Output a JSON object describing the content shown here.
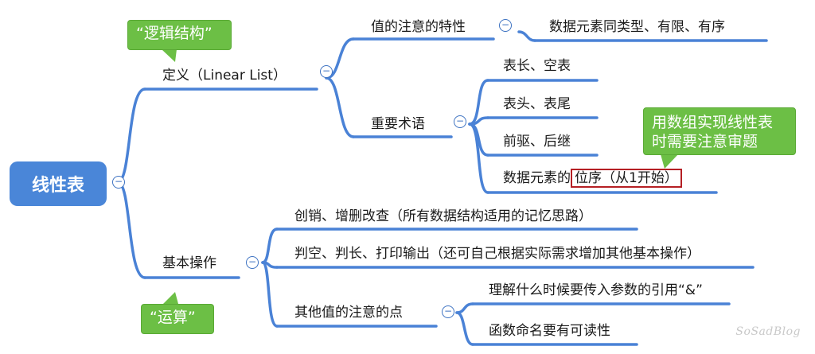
{
  "root": {
    "label": "线性表"
  },
  "callouts": {
    "logic": "“逻辑结构”",
    "ops": "“运算”",
    "array": [
      "用数组实现线性表",
      "时需要注意审题"
    ]
  },
  "definition": {
    "label": "定义（Linear List）",
    "value_notes": {
      "label": "值的注意的特性",
      "child": "数据元素同类型、有限、有序"
    },
    "terms": {
      "label": "重要术语",
      "items": [
        "表长、空表",
        "表头、表尾",
        "前驱、后继"
      ],
      "position_prefix": "数据元素的",
      "position_highlight": "位序（从1开始）"
    }
  },
  "operations": {
    "label": "基本操作",
    "items": [
      "创销、增删改查（所有数据结构适用的记忆思路）",
      "判空、判长、打印输出（还可自己根据实际需求增加其他基本操作）"
    ],
    "other": {
      "label": "其他值的注意的点",
      "items": [
        "理解什么时候要传入参数的引用“&”",
        "函数命名要有可读性"
      ]
    }
  },
  "collapse_symbol": "−",
  "watermark": "SoSadBlog",
  "colors": {
    "root": "#4a86d8",
    "branch": "#4a82d6",
    "callout": "#6cbf45",
    "highlight": "#b51f24"
  }
}
